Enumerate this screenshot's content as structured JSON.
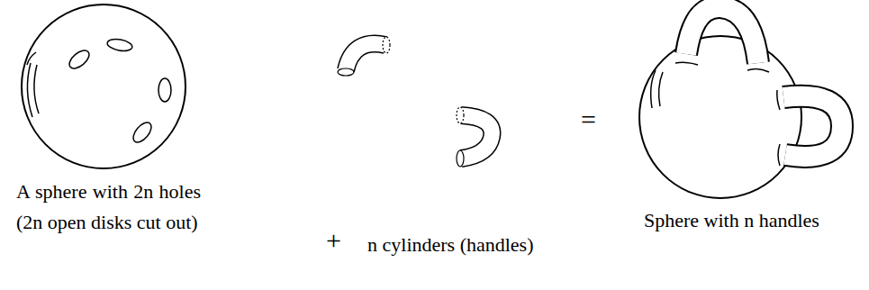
{
  "diagram": {
    "labels": [
      "A sphere with 2n holes (2n open disks cut out)",
      "+",
      "n cylinders (handles)",
      "=",
      "Sphere with n handles"
    ]
  }
}
